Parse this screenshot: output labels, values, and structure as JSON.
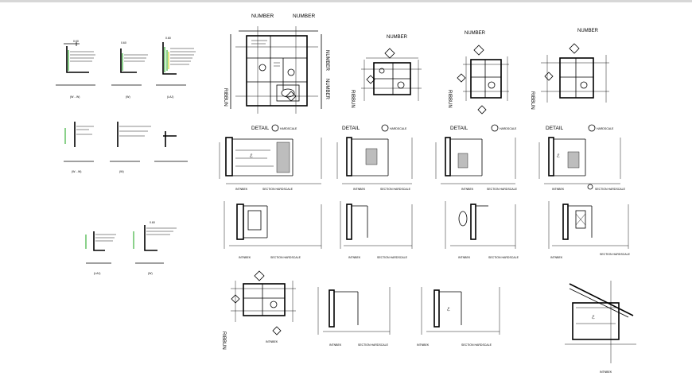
{
  "labels": {
    "number": "NUMBER",
    "detail": "DETAIL",
    "hardscale": "HARDSCALE",
    "section_hardscale": "SECTION HARDSCALE",
    "intinbek": "INTNBEK",
    "ribbun": "RIBBUN"
  },
  "small_details": {
    "captions_row1": [
      "(W…W)",
      "(W)",
      "(LAJ)"
    ],
    "captions_row2": [
      "(W…W)",
      "(W)"
    ],
    "captions_row3": [
      "(LAJ)",
      "(W)"
    ],
    "dim_label": "0.60"
  },
  "colors": {
    "line": "#000000",
    "accent_green": "#17a317",
    "accent_yellow": "#c9c900",
    "top_bar": "#d7d7d7"
  }
}
